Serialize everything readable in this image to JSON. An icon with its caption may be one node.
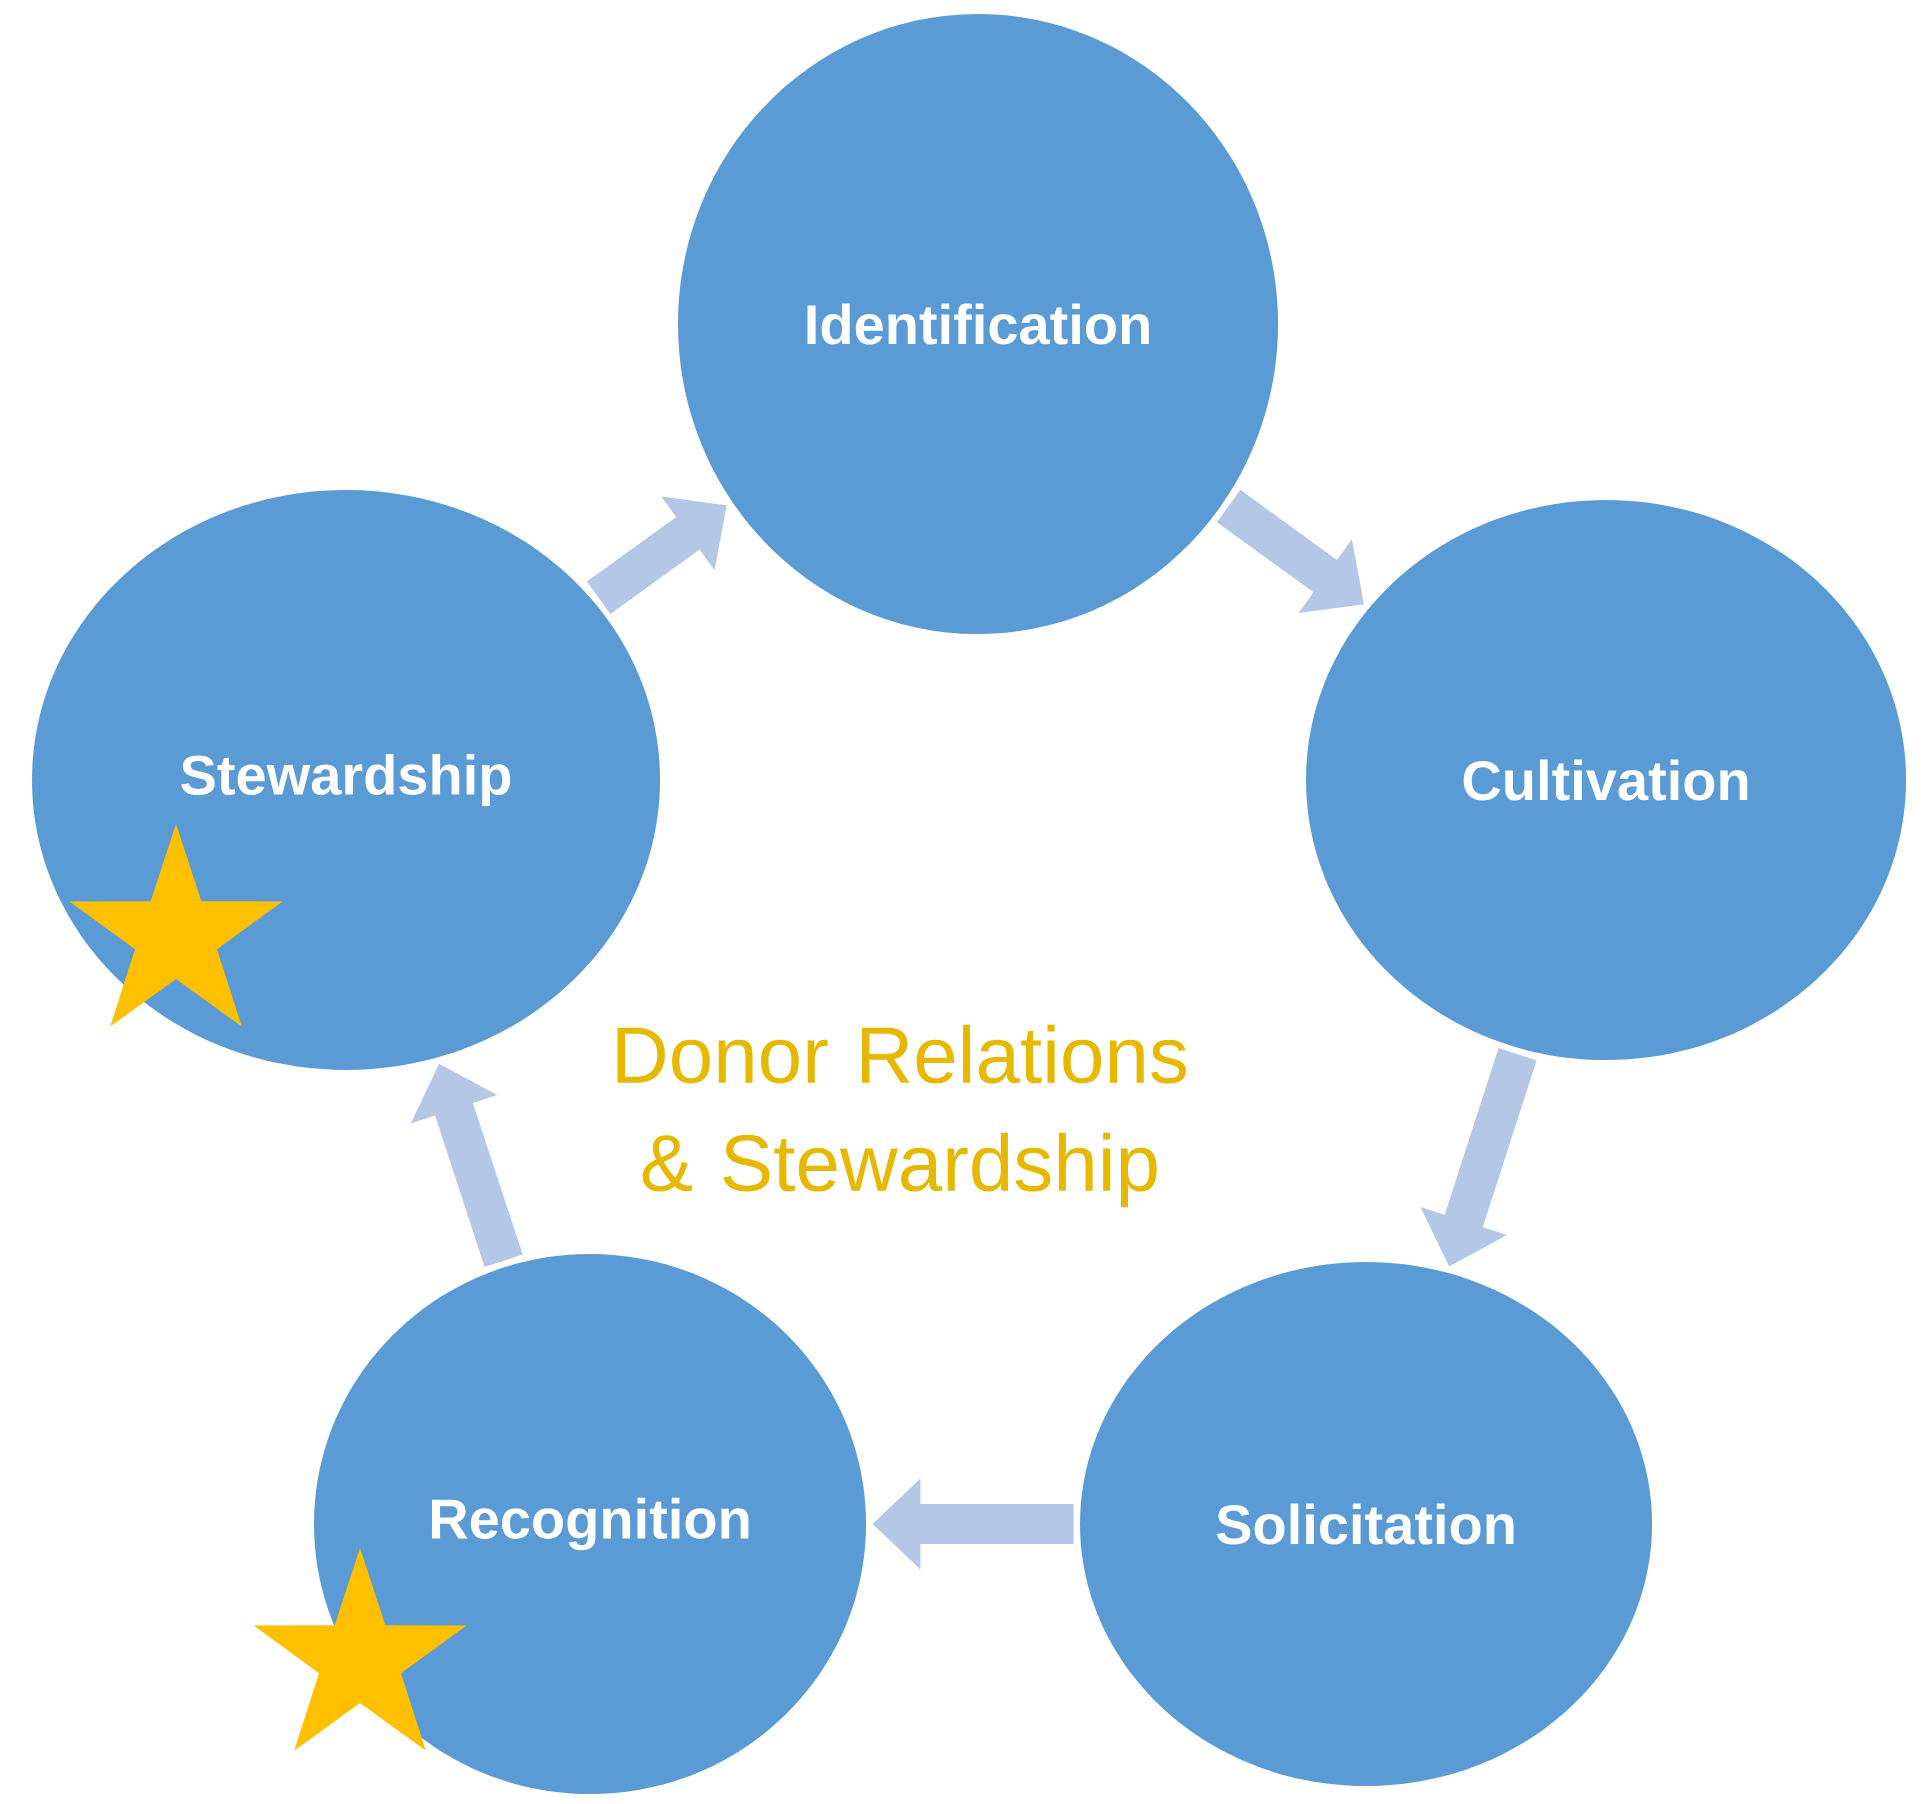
{
  "diagram": {
    "nodes": [
      {
        "text": [
          "Identification"
        ]
      },
      {
        "text": [
          "Cultivation"
        ]
      },
      {
        "text": [
          "Solicitation"
        ]
      },
      {
        "text": [
          "Recognition"
        ]
      },
      {
        "text": [
          "Stewardship"
        ]
      }
    ],
    "edges": [
      {
        "from": 0,
        "to": 1,
        "arrow": "to"
      },
      {
        "from": 1,
        "to": 2,
        "arrow": "to"
      },
      {
        "from": 2,
        "to": 3,
        "arrow": "to"
      },
      {
        "from": 3,
        "to": 4,
        "arrow": "to"
      },
      {
        "from": 4,
        "to": 0,
        "arrow": "to"
      }
    ],
    "labels": [
      "Donor Relations & Stewardship"
    ]
  }
}
